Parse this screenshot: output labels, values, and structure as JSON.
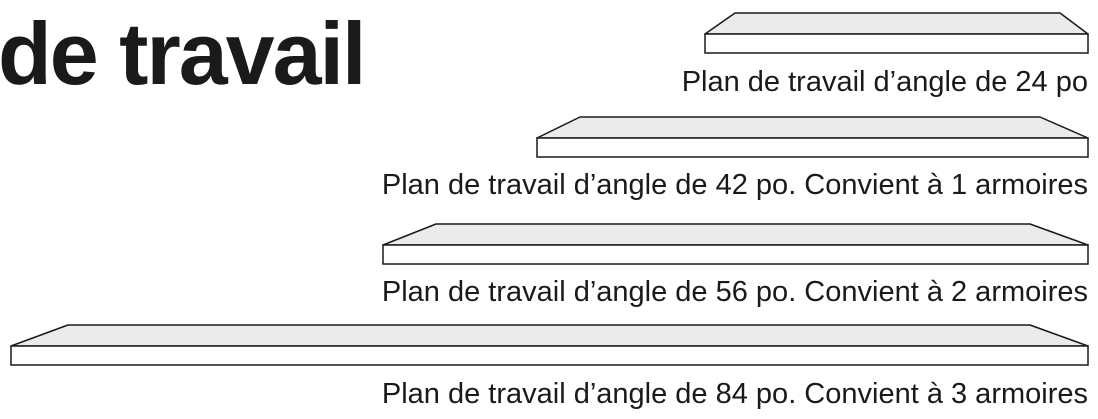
{
  "title": "de travail",
  "countertops": [
    {
      "label": "Plan de travail d’angle de 24 po"
    },
    {
      "label": "Plan de travail d’angle de 42 po. Convient à 1 armoires"
    },
    {
      "label": "Plan de travail d’angle de 56 po. Convient à 2 armoires"
    },
    {
      "label": "Plan de travail d’angle de 84 po. Convient à 3 armoires"
    }
  ],
  "colors": {
    "top_fill": "#ebebeb",
    "front_fill": "#ffffff",
    "stroke": "#1a1a1a"
  }
}
